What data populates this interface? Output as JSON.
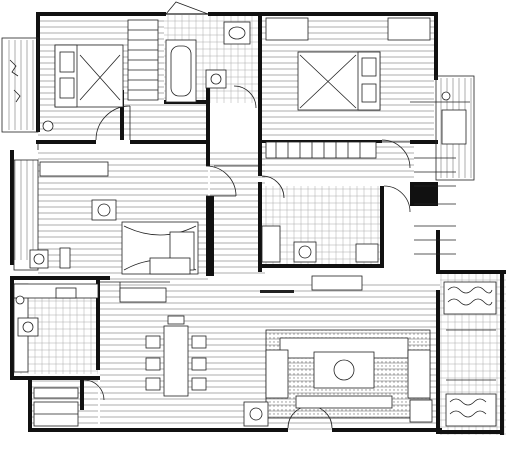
{
  "rooms": [
    {
      "key": "r1",
      "name": "",
      "line1": "",
      "line2": ""
    },
    {
      "key": "r2",
      "name": "",
      "line1": "",
      "line2": ""
    },
    {
      "key": "r3",
      "name": "",
      "line1": "",
      "line2": ""
    },
    {
      "key": "r4",
      "name": "",
      "line1": "",
      "line2": ""
    },
    {
      "key": "r5",
      "name": "",
      "line1": "",
      "line2": ""
    },
    {
      "key": "r6",
      "name": "",
      "line1": "",
      "line2": ""
    },
    {
      "key": "r7",
      "name": "",
      "line1": "",
      "line2": ""
    },
    {
      "key": "r8",
      "name": "",
      "line1": "",
      "line2": ""
    },
    {
      "key": "r9",
      "name": "",
      "line1": "",
      "line2": ""
    },
    {
      "key": "r10",
      "name": "",
      "line1": "",
      "line2": ""
    }
  ],
  "callouts": {
    "c1": "",
    "c2": "",
    "c3": "",
    "c4": "",
    "c5": "",
    "c6": "",
    "c7": "",
    "c8": "",
    "c9": "",
    "c10": ""
  },
  "small_labels": {
    "s1": "",
    "s2": "",
    "s3": "",
    "s4": "",
    "s5": ""
  }
}
